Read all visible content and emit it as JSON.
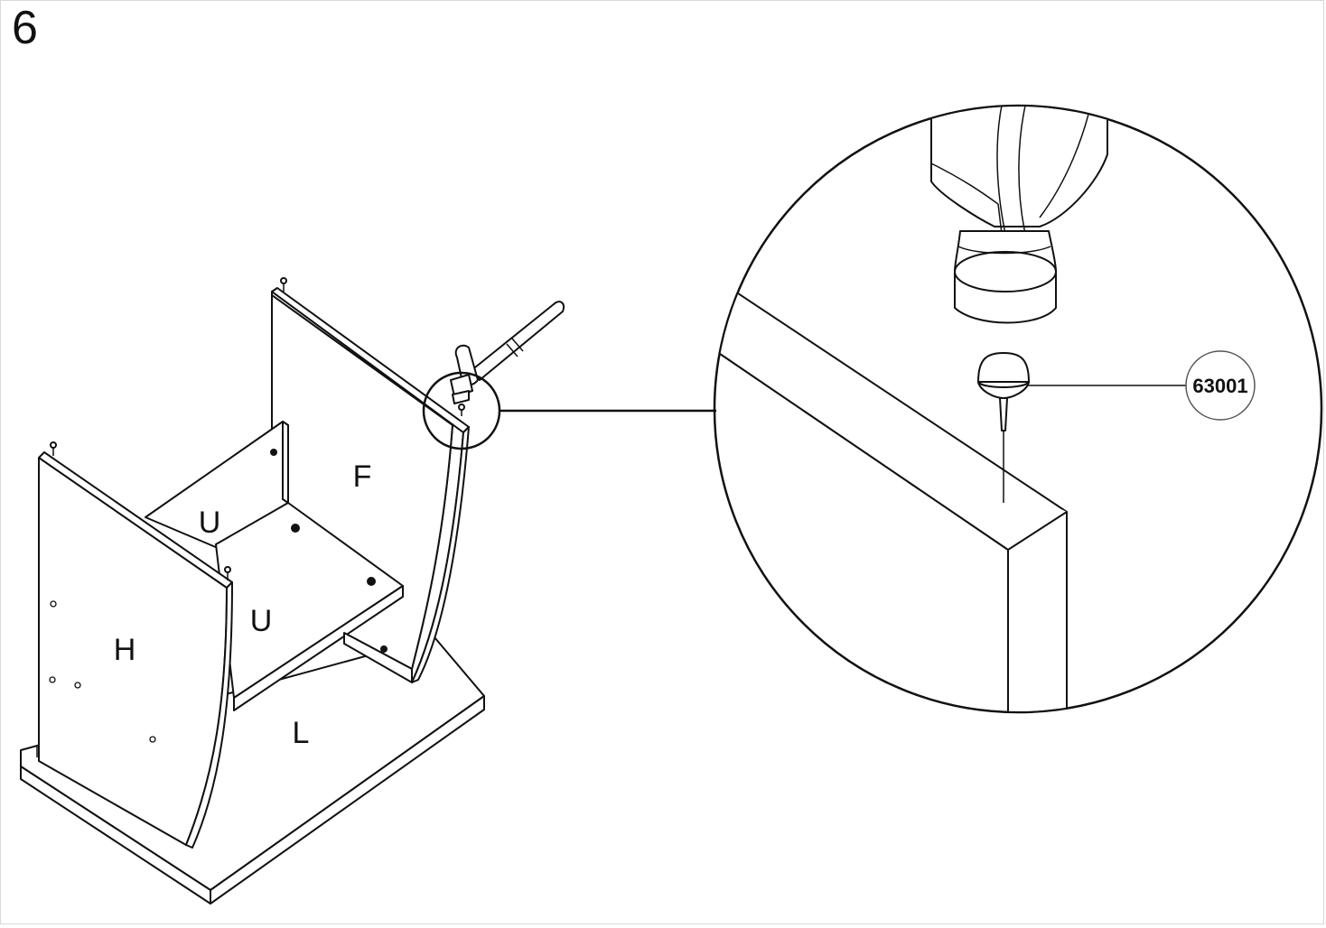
{
  "step": {
    "number": "6"
  },
  "parts": {
    "side_left": "H",
    "front_panel": "F",
    "shelf_upper": "U",
    "shelf_lower": "U",
    "base": "L"
  },
  "callout": {
    "part_number": "63001"
  },
  "icons": {
    "hammer": "hammer-icon",
    "nail": "nail-icon",
    "magnifier": "detail-magnifier-circle"
  },
  "colors": {
    "line": "#111111",
    "background": "#ffffff"
  }
}
